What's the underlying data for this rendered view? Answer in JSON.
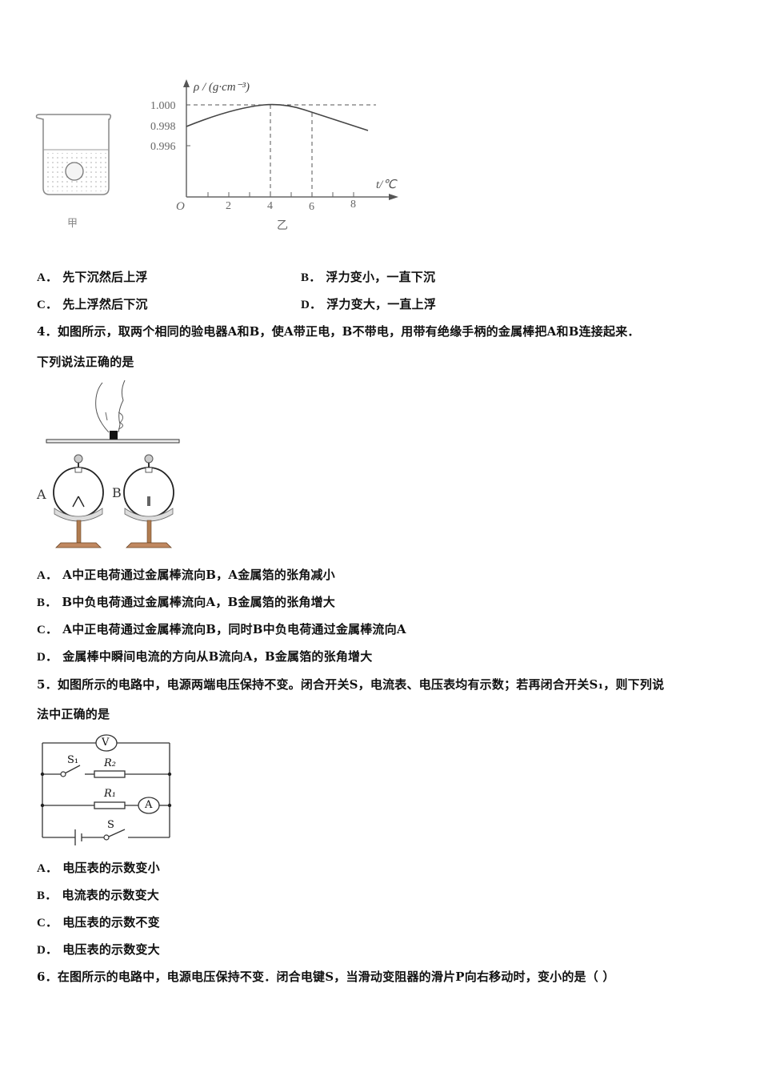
{
  "figure_q3": {
    "beaker_caption": "甲",
    "chart_caption": "乙",
    "chart_data": {
      "type": "line",
      "title": "",
      "xlabel": "t/℃",
      "ylabel": "ρ/(g·cm⁻³)",
      "origin_label": "O",
      "x_ticks": [
        2,
        4,
        6,
        8
      ],
      "y_ticks": [
        "1.000",
        "0.998",
        "0.996"
      ],
      "x": [
        0,
        1,
        2,
        3,
        4,
        5,
        6,
        7,
        8,
        8.5
      ],
      "values": [
        0.9984,
        0.9991,
        0.9995,
        0.9999,
        1.0,
        0.9999,
        0.9994,
        0.9987,
        0.998,
        0.9977
      ],
      "reference_lines": {
        "horizontal_y": 1.0,
        "vertical_x": [
          4,
          6
        ]
      },
      "xlim": [
        0,
        9.5
      ],
      "ylim": [
        0.99,
        1.001
      ],
      "grid": false,
      "legend": "none"
    }
  },
  "q3_options": [
    {
      "label": "A．",
      "text": "先下沉然后上浮"
    },
    {
      "label": "B．",
      "text": "浮力变小，一直下沉"
    },
    {
      "label": "C．",
      "text": "先上浮然后下沉"
    },
    {
      "label": "D．",
      "text": "浮力变大，一直上浮"
    }
  ],
  "q4": {
    "number": "4．",
    "line1": "如图所示，取两个相同的验电器A和B，使A带正电，B不带电，用带有绝缘手柄的金属棒把A和B连接起来．",
    "line2": "下列说法正确的是",
    "figure_labels": {
      "a": "A",
      "b": "B"
    },
    "options": [
      {
        "label": "A．",
        "text": "A中正电荷通过金属棒流向B，A金属箔的张角减小"
      },
      {
        "label": "B．",
        "text": "B中负电荷通过金属棒流向A，B金属箔的张角增大"
      },
      {
        "label": "C．",
        "text": "A中正电荷通过金属棒流向B，同时B中负电荷通过金属棒流向A"
      },
      {
        "label": "D．",
        "text": "金属棒中瞬间电流的方向从B流向A，B金属箔的张角增大"
      }
    ]
  },
  "q5": {
    "number": "5．",
    "line1": "如图所示的电路中，电源两端电压保持不变。闭合开关S，电流表、电压表均有示数；若再闭合开关S₁，则下列说",
    "line2": "法中正确的是",
    "circuit_labels": {
      "voltmeter": "V",
      "ammeter": "A",
      "s1": "S₁",
      "r2": "R₂",
      "r1": "R₁",
      "s": "S"
    },
    "options": [
      {
        "label": "A．",
        "text": "电压表的示数变小"
      },
      {
        "label": "B．",
        "text": "电流表的示数变大"
      },
      {
        "label": "C．",
        "text": "电压表的示数不变"
      },
      {
        "label": "D．",
        "text": "电压表的示数变大"
      }
    ]
  },
  "q6": {
    "number": "6．",
    "text": "在图所示的电路中，电源电压保持不变．闭合电键S，当滑动变阻器的滑片P向右移动时，变小的是（ ）"
  }
}
